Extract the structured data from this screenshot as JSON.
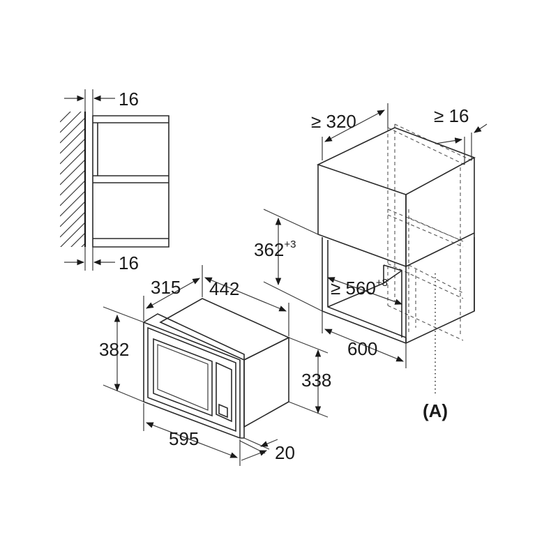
{
  "labels": {
    "side_top_gap": "16",
    "side_bottom_gap": "16",
    "cab_depth_min": "≥ 320",
    "cab_side_min": "≥ 16",
    "niche_height": "362",
    "niche_height_tol": "+3",
    "niche_width": "≥ 560",
    "niche_width_tol": "+8",
    "cab_width": "600",
    "callout": "(A)",
    "oven_depth": "315",
    "oven_width_top": "442",
    "oven_height": "382",
    "oven_body_height": "338",
    "oven_front_width": "595",
    "oven_front_thickness": "20"
  },
  "colors": {
    "line": "#1a1a1a",
    "hatch": "#333333",
    "fill": "#ffffff"
  }
}
